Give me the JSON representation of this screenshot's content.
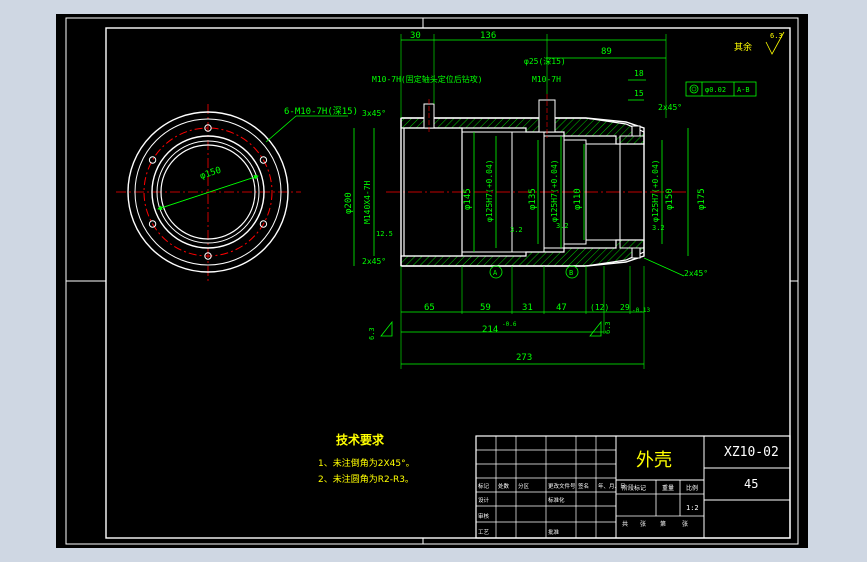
{
  "colors": {
    "background": "#cfd7e3",
    "canvas": "#000000",
    "outline": "#ffffff",
    "dimension": "#00ff00",
    "hatch": "#00ff00",
    "centerline": "#ff0000",
    "annotation": "#ffff00",
    "title": "#ffff00"
  },
  "dimensions": {
    "d30": "30",
    "d136": "136",
    "d89": "89",
    "d18": "18",
    "d15": "15",
    "phi25": "φ25(深15)",
    "m10_top": "M10-7H(固定轴头定位后钻攻)",
    "m10_mid": "M10-7H",
    "six_m10": "6-M10-7H(深15)",
    "chamfer_top": "3x45°",
    "chamfer_right_top": "2x45°",
    "chamfer_left_bot": "2x45°",
    "chamfer_right_bot": "2x45°",
    "phi150_left": "φ150",
    "phi200": "φ200",
    "m140": "M140X4-7H",
    "phi145": "φ145",
    "phi125_a": "φ125H7(+0.04)",
    "phi125_b": "φ125H7(+0.04)",
    "phi135": "φ135",
    "phi110": "φ110",
    "phi125_c": "φ125H7(+0.04)",
    "phi150_right": "φ150",
    "phi175": "φ175",
    "tol": "φ0.02",
    "datum_ref": "A-B",
    "rough_rest": "其余",
    "rough_rest_val": "6.3",
    "r12_5": "12.5",
    "r3_2a": "3.2",
    "r3_2b": "3.2",
    "r3_2c": "3.2",
    "r6_3_left": "6.3",
    "r6_3_right": "6.3",
    "seg65": "65",
    "seg59": "59",
    "seg31": "31",
    "seg47": "47",
    "seg12": "(12)",
    "seg29": "29",
    "seg29_tol": "-0.13",
    "seg214": "214",
    "seg214_tol": "-0.6",
    "total": "273",
    "datum_a": "A",
    "datum_b": "B"
  },
  "tech": {
    "heading": "技术要求",
    "line1": "1、未注倒角为2X45°。",
    "line2": "2、未注圆角为R2-R3。"
  },
  "titleblock": {
    "part_name": "外壳",
    "drawing_no": "XZ10-02",
    "material": "45",
    "scale": "1:2",
    "row1": [
      "标记",
      "处数",
      "分区",
      "更改文件号",
      "签名",
      "年、月、日"
    ],
    "row2": [
      "设计",
      "",
      "",
      "标准化",
      "",
      ""
    ],
    "row3": [
      "审核",
      "",
      "",
      "",
      "",
      ""
    ],
    "row4": [
      "工艺",
      "",
      "",
      "批准",
      "",
      ""
    ],
    "mid_labels": [
      "阶段标记",
      "重量",
      "比例"
    ],
    "mid_value_sheet": "共",
    "mid_value_sheet2": "张",
    "mid_value_page": "第",
    "mid_value_page2": "张"
  }
}
